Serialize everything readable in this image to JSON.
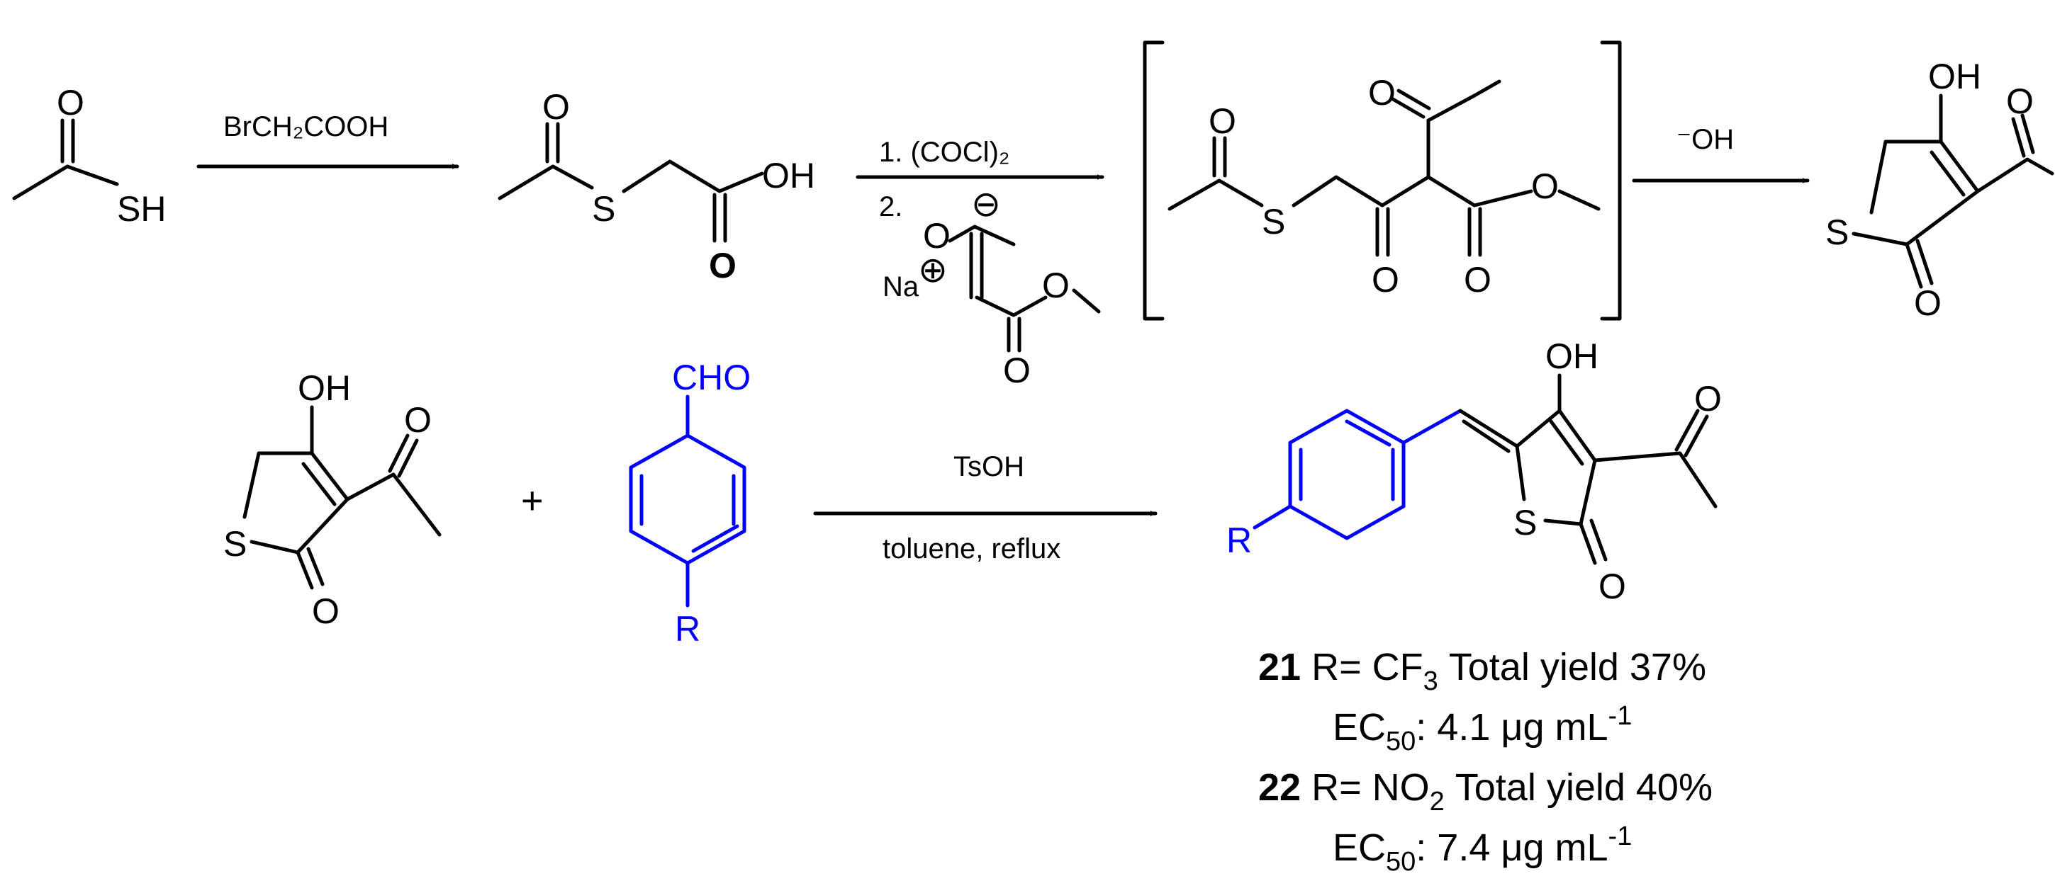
{
  "reaction1": {
    "reagent_above": "BrCH₂COOH",
    "step1": "1. (COCl)₂",
    "step2": "2.",
    "base": "⁻OH"
  },
  "sm": {
    "o": "O",
    "sh": "SH"
  },
  "acid": {
    "o_top": "O",
    "s": "S",
    "oh": "OH",
    "o_bottom": "O"
  },
  "salt": {
    "charge_minus": "⊖",
    "o": "O",
    "charge_plus": "⊕",
    "na": "Na",
    "o_ester": "O",
    "o_carbonyl": "O"
  },
  "intermediate": {
    "o1": "O",
    "s": "S",
    "o_ketone": "O",
    "o_acetyl": "O",
    "o_ester_c": "O",
    "o_ester": "O"
  },
  "product1": {
    "oh": "OH",
    "s": "S",
    "o_lactone": "O",
    "o_acetyl": "O"
  },
  "reaction2": {
    "plus": "+",
    "reagent": "TsOH",
    "solvent": "toluene, reflux"
  },
  "reactant2a": {
    "oh": "OH",
    "s": "S",
    "o_lactone": "O",
    "o_acetyl": "O"
  },
  "reactant2b": {
    "cho": "CHO",
    "r": "R"
  },
  "product2": {
    "oh": "OH",
    "s": "S",
    "o_lactone": "O",
    "o_acetyl": "O",
    "r": "R"
  },
  "results": [
    {
      "compound": "21",
      "r_label": "R= CF",
      "r_sub": "3",
      "yield_text": "Total  yield 37%",
      "ec50_label": "EC",
      "ec50_sub": "50",
      "ec50_value": ":   4.1 μg mL",
      "ec50_sup": "-1"
    },
    {
      "compound": "22",
      "r_label": "R= NO",
      "r_sub": "2",
      "yield_text": "Total  yield 40%",
      "ec50_label": "EC",
      "ec50_sub": "50",
      "ec50_value": ":   7.4 μg mL",
      "ec50_sup": "-1"
    }
  ],
  "colors": {
    "ink": "#000000",
    "highlight": "#0000ff"
  }
}
